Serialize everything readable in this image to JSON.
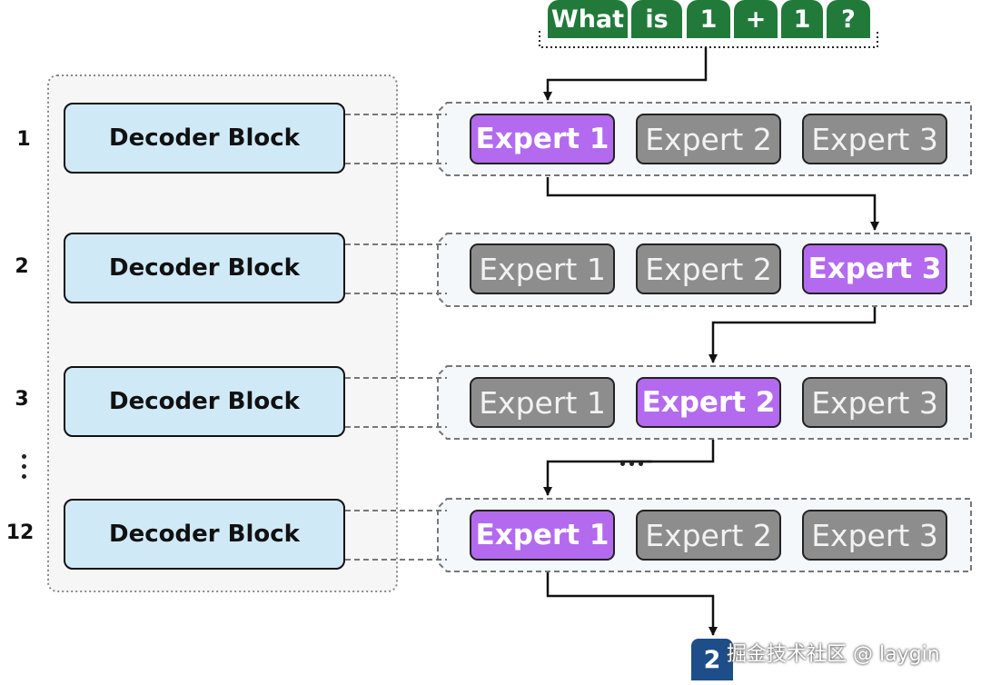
{
  "input_tokens": [
    "What",
    "is",
    "1",
    "+",
    "1",
    "?"
  ],
  "layers": [
    {
      "number": "1",
      "decoder_label": "Decoder Block",
      "experts": [
        "Expert 1",
        "Expert 2",
        "Expert 3"
      ],
      "active_expert": 0
    },
    {
      "number": "2",
      "decoder_label": "Decoder Block",
      "experts": [
        "Expert 1",
        "Expert 2",
        "Expert 3"
      ],
      "active_expert": 2
    },
    {
      "number": "3",
      "decoder_label": "Decoder Block",
      "experts": [
        "Expert 1",
        "Expert 2",
        "Expert 3"
      ],
      "active_expert": 1
    },
    {
      "number": "12",
      "decoder_label": "Decoder Block",
      "experts": [
        "Expert 1",
        "Expert 2",
        "Expert 3"
      ],
      "active_expert": 0
    }
  ],
  "output_token": "2",
  "watermark": "掘金技术社区 @ laygin",
  "colors": {
    "token_bg": "#217a3a",
    "decoder_bg": "#cfe9f7",
    "expert_active": "#b36aee",
    "expert_inactive": "#8d8d8d",
    "output_bg": "#1d4e89"
  }
}
